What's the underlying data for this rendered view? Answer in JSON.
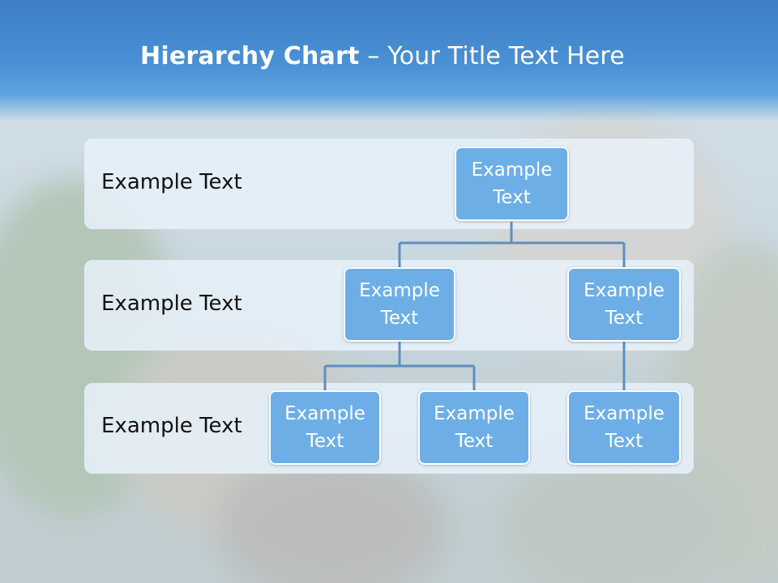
{
  "slide": {
    "title_bold": "Hierarchy Chart",
    "title_rest": " – Your Title Text Here"
  },
  "tiers": [
    {
      "label": "Example Text"
    },
    {
      "label": "Example Text"
    },
    {
      "label": "Example Text"
    }
  ],
  "nodes": {
    "root": "Example\nText",
    "level2_left": "Example\nText",
    "level2_right": "Example\nText",
    "level3_a": "Example\nText",
    "level3_b": "Example\nText",
    "level3_c": "Example\nText"
  },
  "colors": {
    "header": "#4a91d6",
    "node_fill": "#6eaee7",
    "node_border": "#ffffff",
    "connector": "#5e8fbf",
    "band_fill": "#e8f1fa"
  }
}
